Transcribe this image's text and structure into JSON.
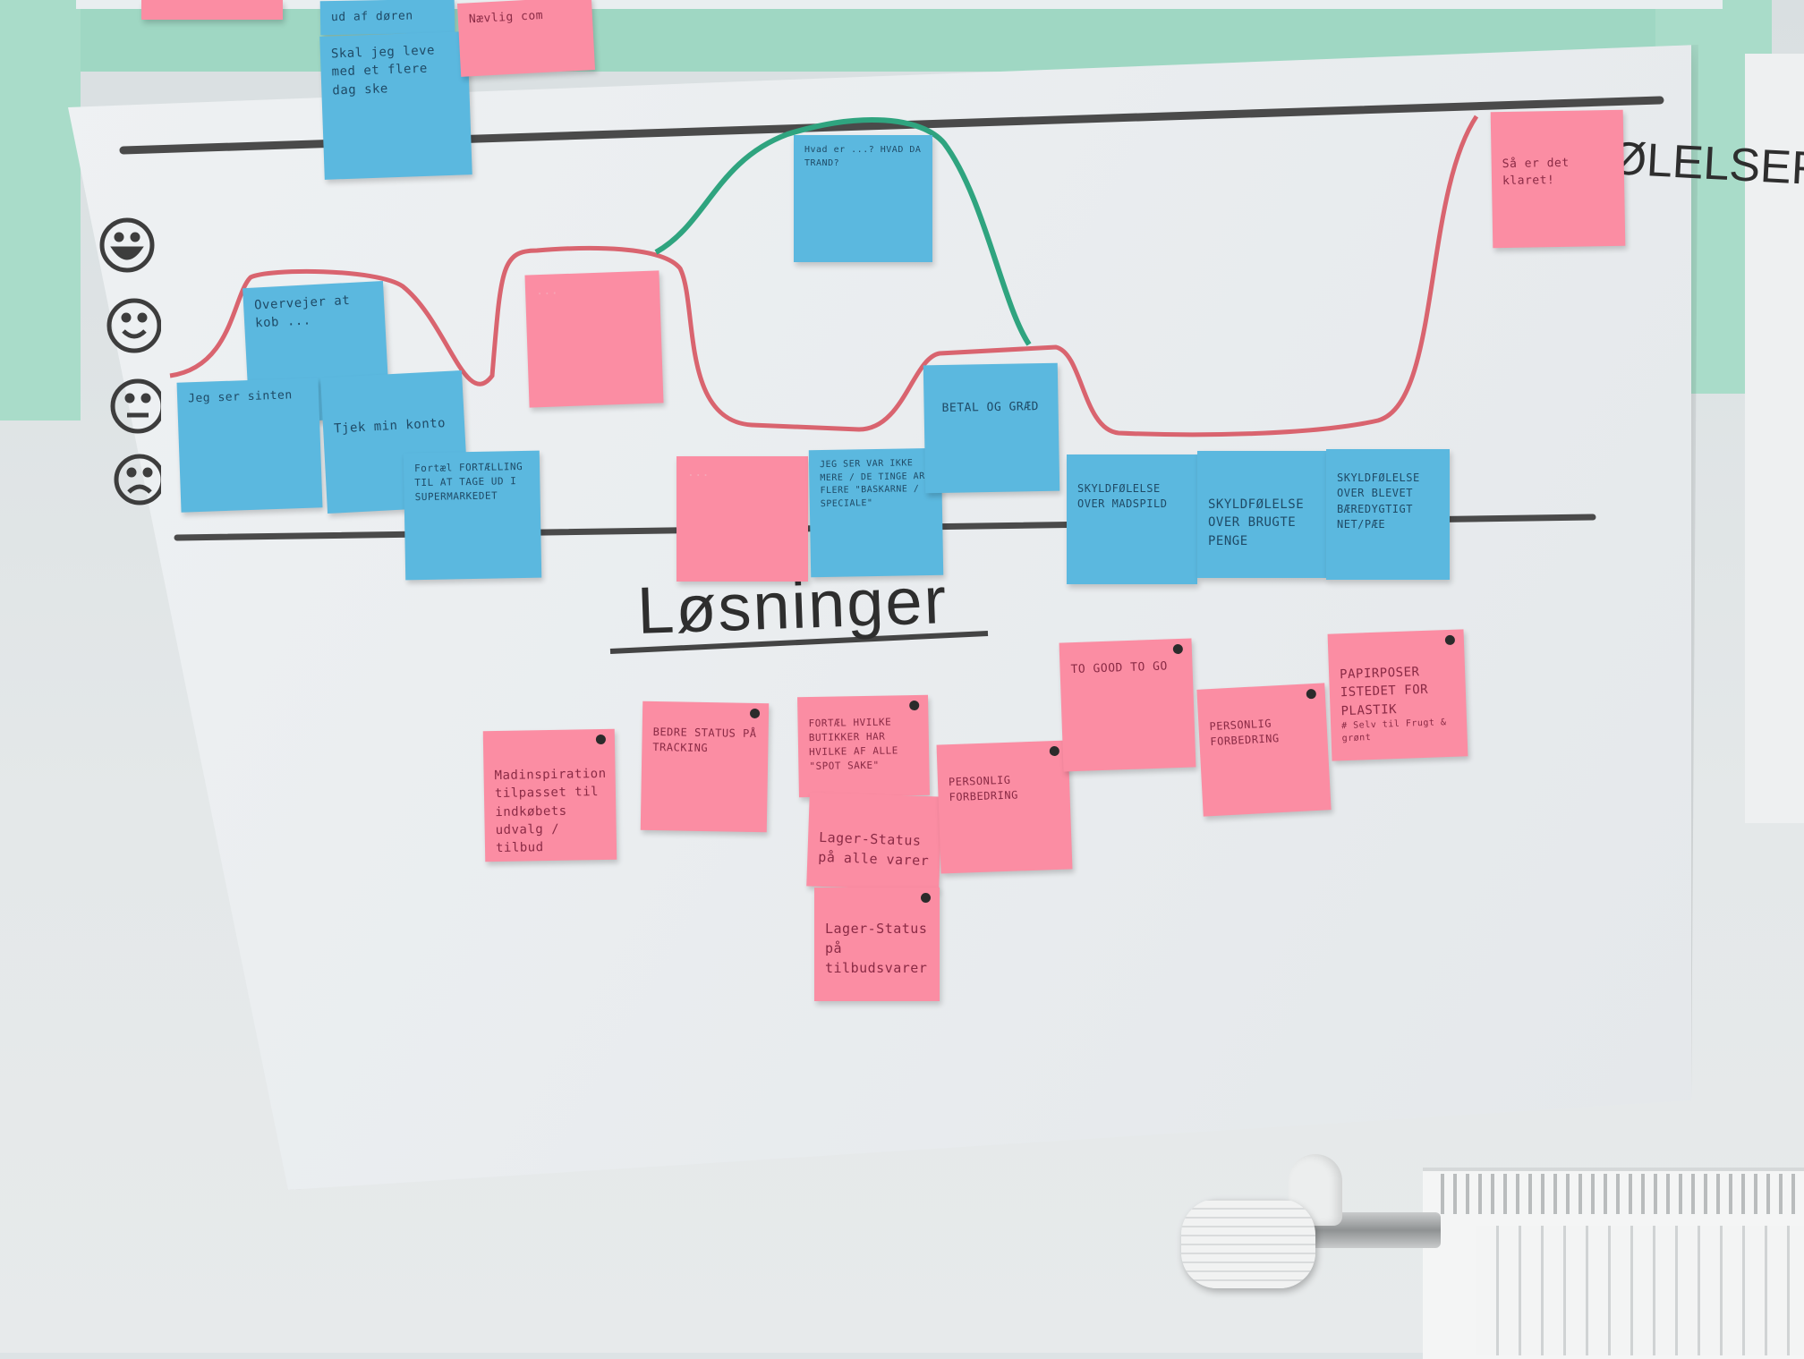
{
  "board": {
    "title": "Løsninger",
    "side_label": "FØLELSER"
  },
  "faces": [
    "happy-face",
    "smile-face",
    "neutral-face",
    "sad-face"
  ],
  "colors": {
    "blue_note": "#5bb8df",
    "pink_note": "#fb8da3",
    "red_curve": "#d9646f",
    "green_curve": "#2fa47f",
    "marker": "#3d3d3d"
  },
  "top_notes": [
    {
      "text": "ud af døren"
    },
    {
      "text": "Skal jeg leve med et flere dag ske"
    },
    {
      "text": "Nævlig com"
    }
  ],
  "journey_notes": [
    {
      "text": "Overvejer at kob ..."
    },
    {
      "text": "Jeg ser sinten"
    },
    {
      "text": "Tjek min konto"
    },
    {
      "text": "Fortæl FORTÆLLING TIL AT TAGE UD I SUPERMARKEDET"
    },
    {
      "text": "..."
    },
    {
      "text": "..."
    },
    {
      "text": "Hvad er ...? HVAD DA TRAND?"
    },
    {
      "text": "JEG SER VAR IKKE MERE / DE TINGE ARE FLERE \"BASKARNE / SPECIALE\""
    },
    {
      "text": "BETAL OG GRÆD"
    },
    {
      "text": "SKYLDFØLELSE OVER MADSPILD"
    },
    {
      "text": "SKYLDFØLELSE OVER BRUGTE PENGE"
    },
    {
      "text": "SKYLDFØLELSE OVER BLEVET BÆREDYGTIGT NET/PÆE"
    },
    {
      "text": "Så er det klaret!"
    }
  ],
  "solution_notes": [
    {
      "text": "Madinspiration tilpasset til indkøbets udvalg / tilbud"
    },
    {
      "text": "BEDRE STATUS PÅ TRACKING"
    },
    {
      "text": "FORTÆL HVILKE BUTIKKER HAR HVILKE AF ALLE \"SPOT SAKE\""
    },
    {
      "text": "Lager-Status på alle varer"
    },
    {
      "text": "Lager-Status på tilbudsvarer"
    },
    {
      "text": "PERSONLIG FORBEDRING"
    },
    {
      "text": "TO GOOD TO GO"
    },
    {
      "text": "PERSONLIG FORBEDRING"
    },
    {
      "text": "PAPIRPOSER ISTEDET FOR PLASTIK",
      "sub": "# Selv til Frugt & grønt"
    }
  ]
}
